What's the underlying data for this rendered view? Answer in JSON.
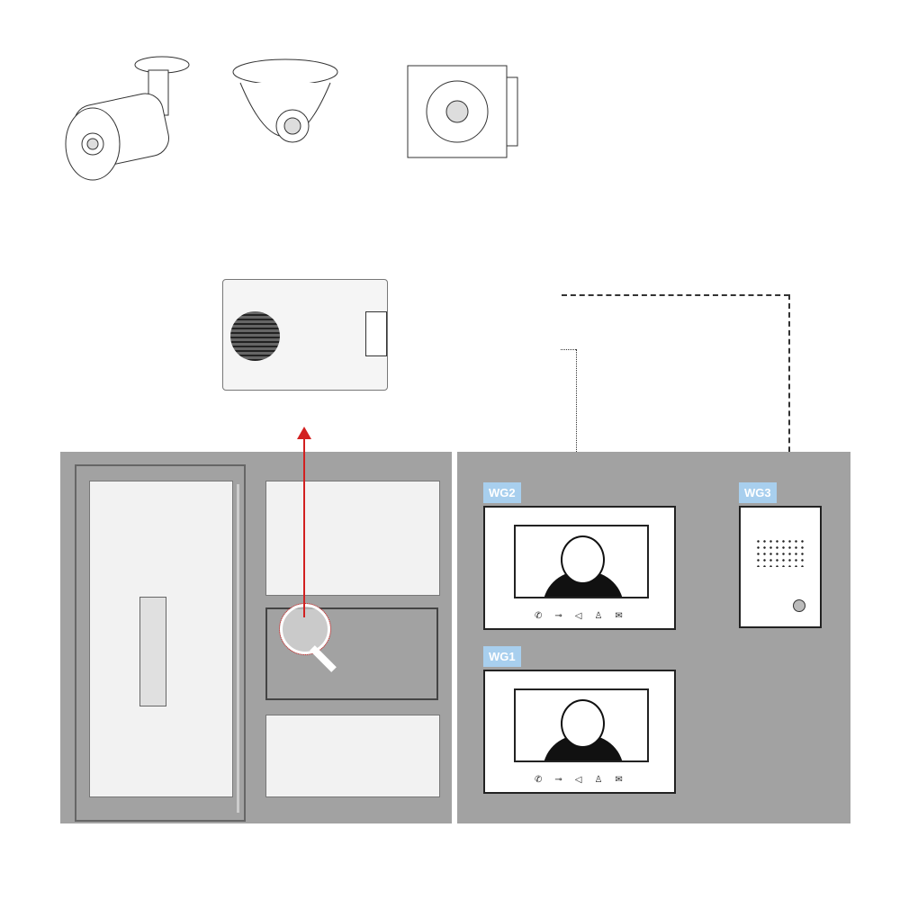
{
  "devices": {
    "bullet_camera": "bullet-camera",
    "dome_camera": "dome-camera",
    "flush_camera": "flush-camera",
    "door_station_module": "audio-module"
  },
  "monitors": [
    {
      "label": "WG2"
    },
    {
      "label": "WG1"
    }
  ],
  "audio_station": {
    "label": "WG3"
  },
  "colors": {
    "panel": "#a2a2a2",
    "label": "#a8cfee",
    "arrow": "#d22020"
  }
}
